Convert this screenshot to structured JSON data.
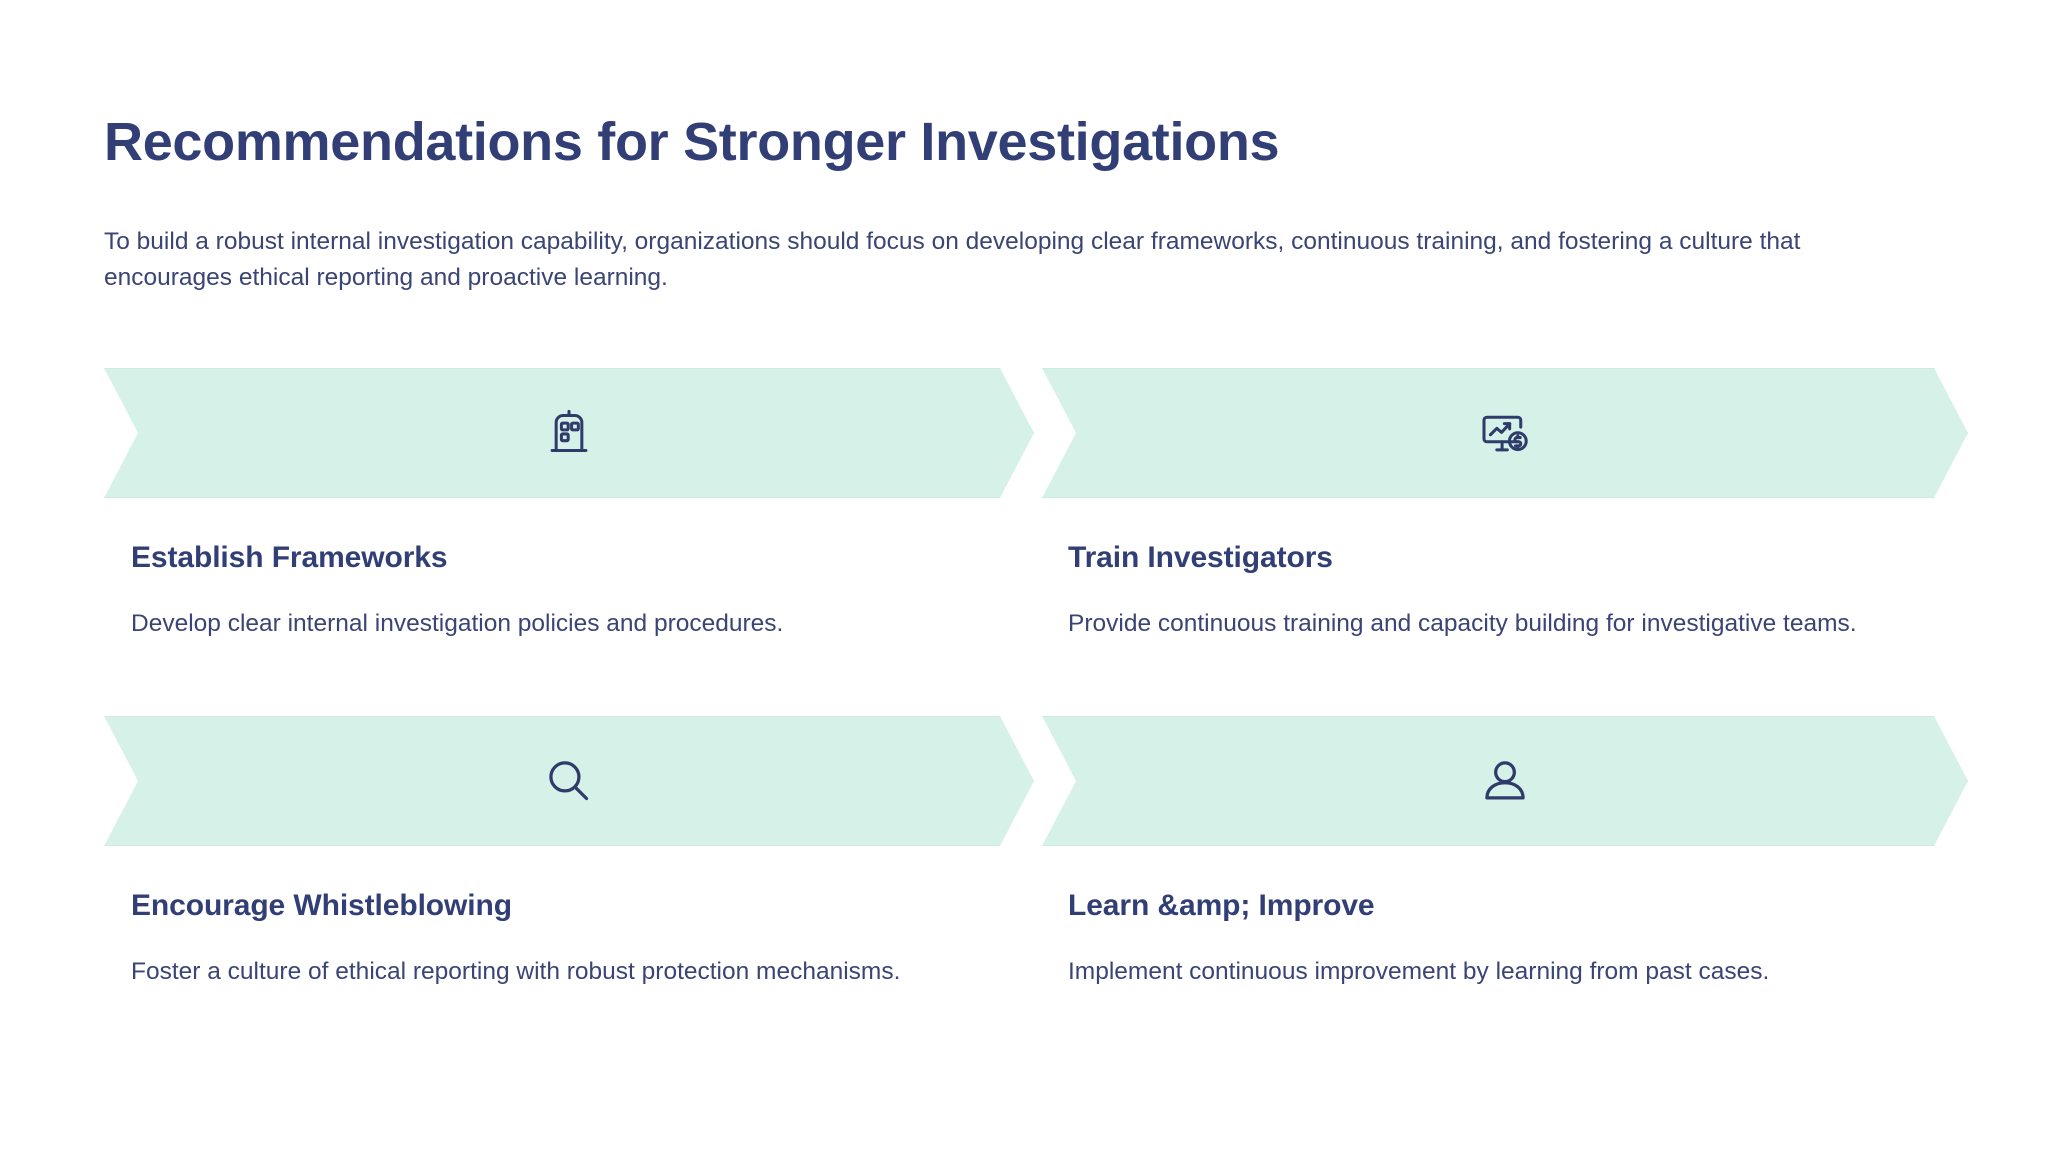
{
  "header": {
    "title": "Recommendations for Stronger Investigations",
    "subtitle": "To build a robust internal investigation capability, organizations should focus on developing clear frameworks, continuous training, and fostering a culture that encourages ethical reporting and proactive learning."
  },
  "colors": {
    "heading": "#323f76",
    "body_text": "#3a4475",
    "banner_fill": "#d6f2e8",
    "banner_border": "#cdebe1",
    "icon_stroke": "#2e3b6b",
    "page_background": "#ffffff"
  },
  "cards": [
    {
      "icon": "building-kiosk-icon",
      "title": "Establish Frameworks",
      "description": "Develop clear internal investigation policies and procedures."
    },
    {
      "icon": "monitor-chart-dollar-icon",
      "title": "Train Investigators",
      "description": "Provide continuous training and capacity building for investigative teams."
    },
    {
      "icon": "magnifying-glass-icon",
      "title": "Encourage Whistleblowing",
      "description": "Foster a culture of ethical reporting with robust protection mechanisms."
    },
    {
      "icon": "person-user-icon",
      "title": "Learn &amp; Improve",
      "description": "Implement continuous improvement by learning from past cases."
    }
  ]
}
